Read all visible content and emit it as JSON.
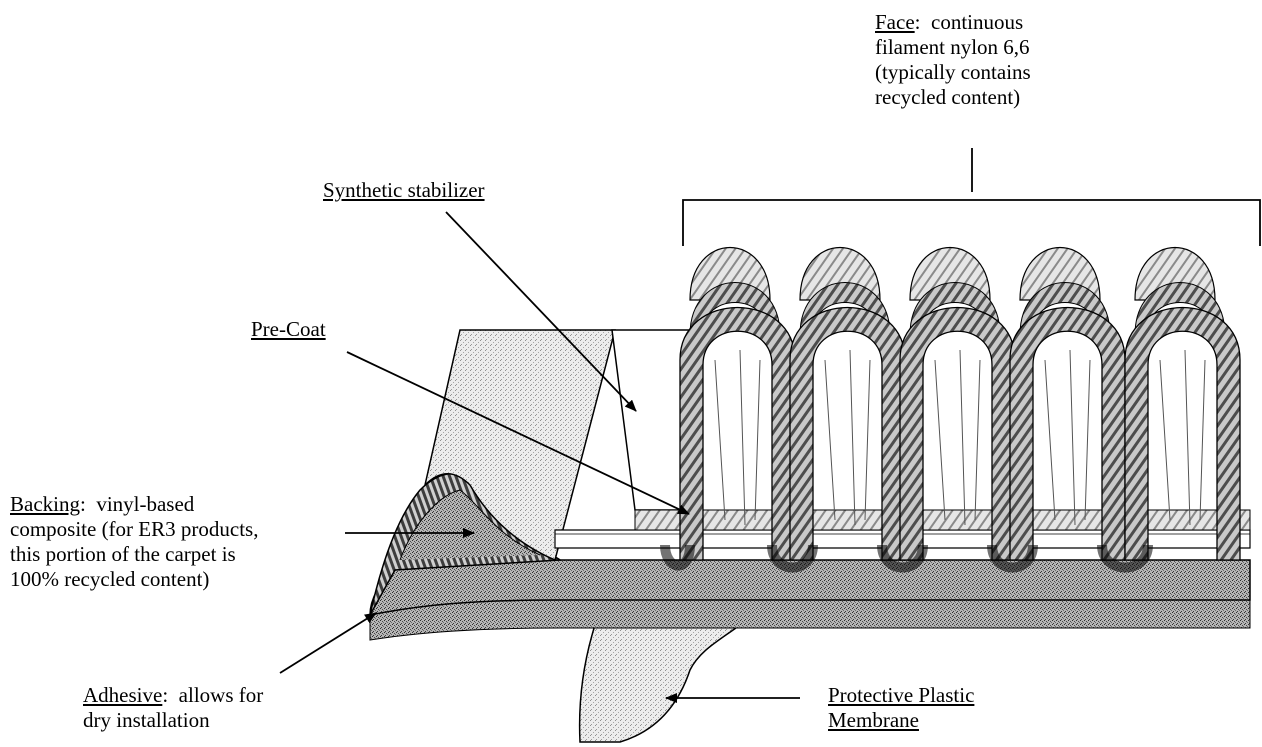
{
  "labels": {
    "face": {
      "term": "Face",
      "line1": "continuous",
      "line2": "filament nylon 6,6",
      "line3": "(typically contains",
      "line4": "recycled content)"
    },
    "synthetic_stabilizer": {
      "term": "Synthetic stabilizer"
    },
    "pre_coat": {
      "term": "Pre-Coat"
    },
    "backing": {
      "term": "Backing",
      "line1": "vinyl-based",
      "line2": "composite (for ER3 products,",
      "line3": "this portion of the carpet is",
      "line4": "100% recycled content)"
    },
    "adhesive": {
      "term": "Adhesive",
      "line1": "allows for",
      "line2": "dry installation"
    },
    "protective_membrane": {
      "term": "Protective Plastic",
      "line2": "Membrane"
    }
  },
  "colors": {
    "ink": "#000000",
    "paper": "#ffffff",
    "stipple_light": "#d9d9d9",
    "stipple_dark": "#8a8a8a",
    "yarn_dark": "#4a4a4a",
    "yarn_light": "#bdbdbd"
  }
}
